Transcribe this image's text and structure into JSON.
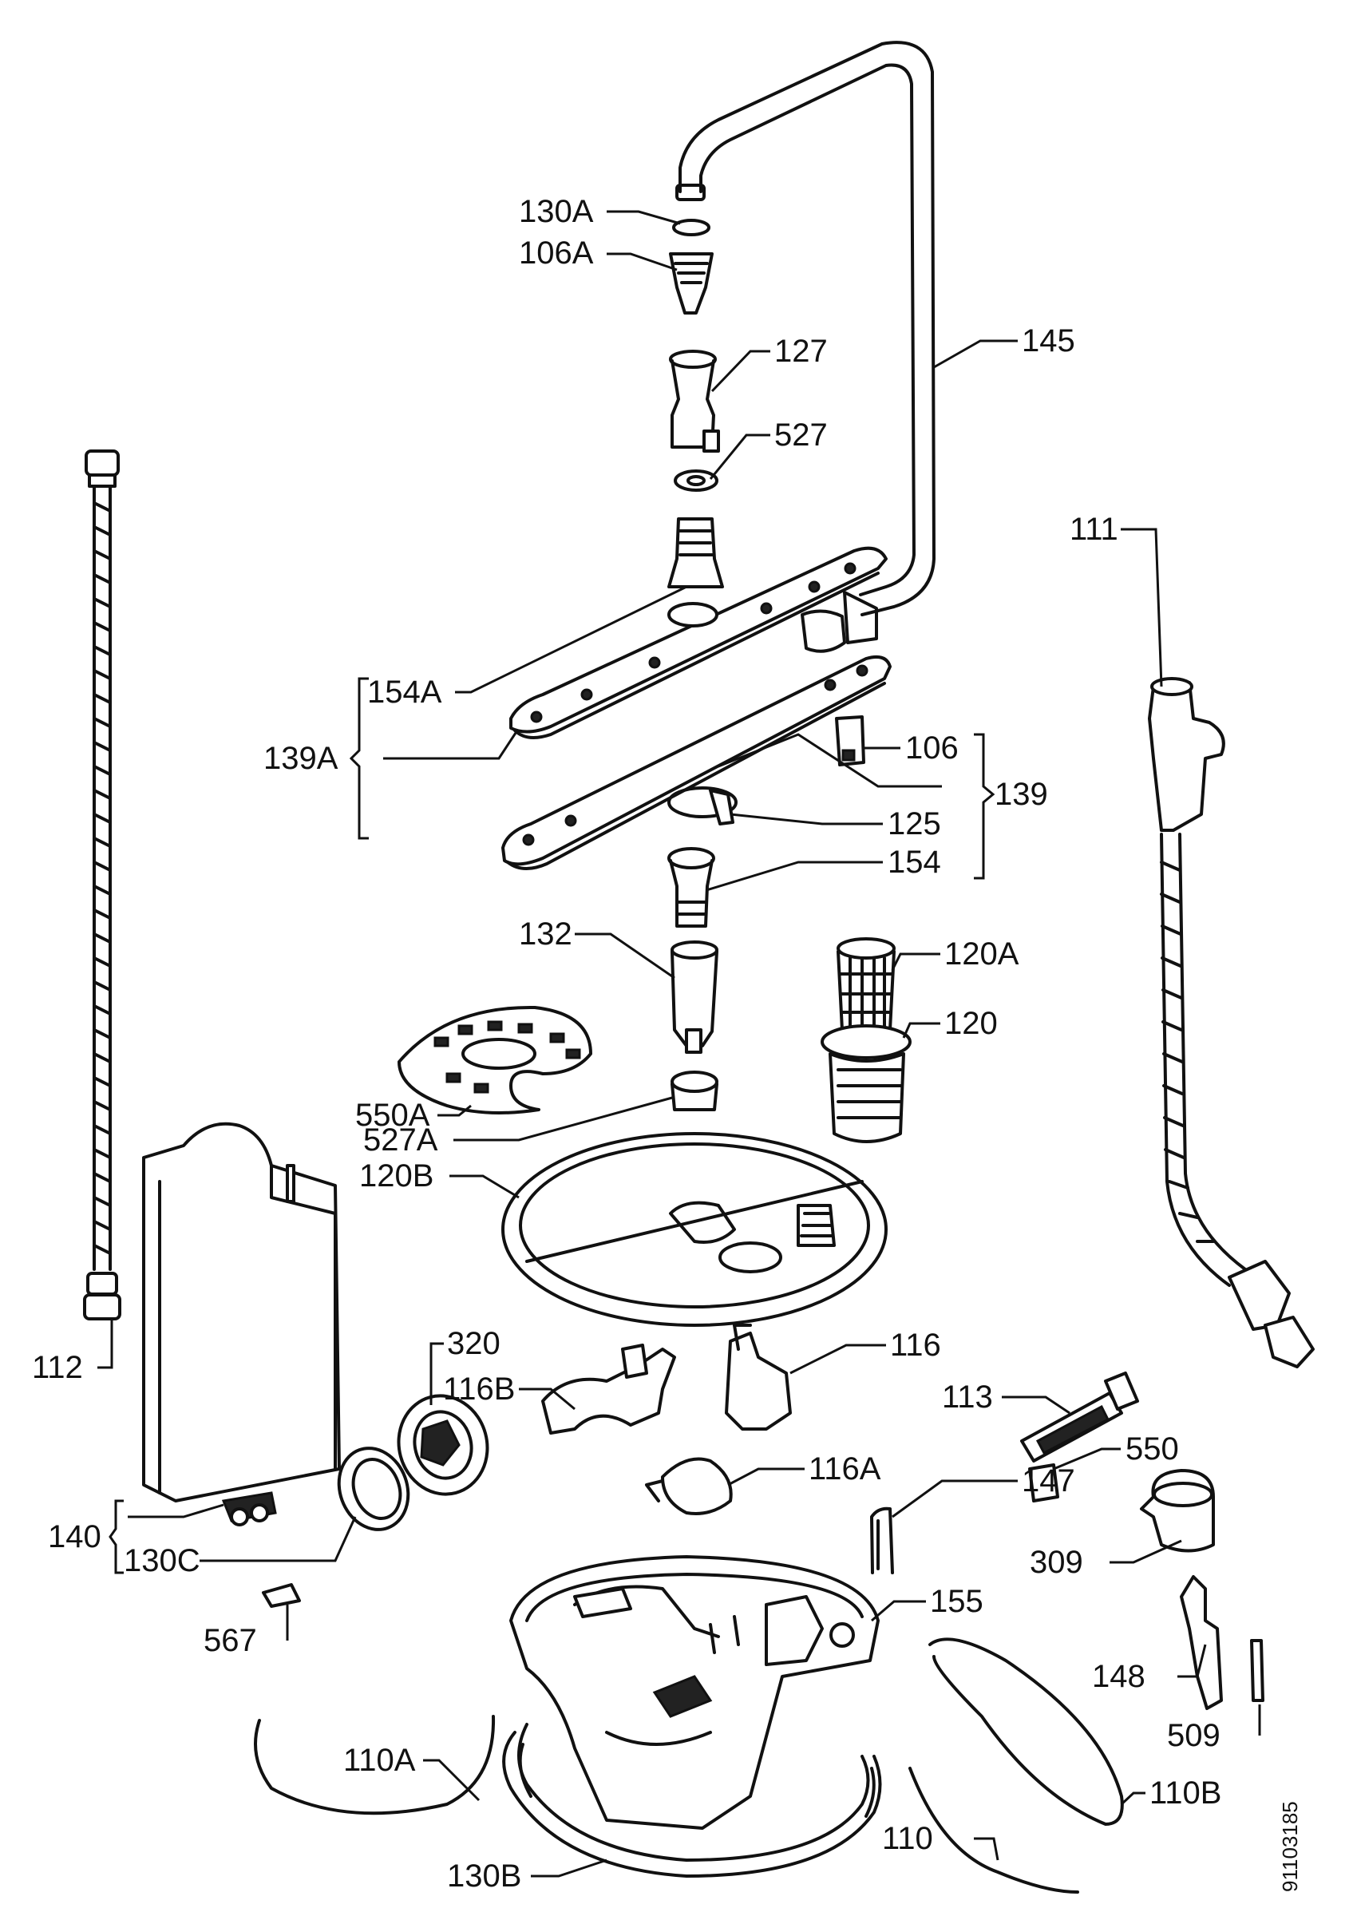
{
  "labels": {
    "l130A": "130A",
    "l106A": "106A",
    "l127": "127",
    "l145": "145",
    "l527": "527",
    "l111": "111",
    "l154A": "154A",
    "l139A": "139A",
    "l106": "106",
    "l139": "139",
    "l125": "125",
    "l154": "154",
    "l132": "132",
    "l120A": "120A",
    "l120": "120",
    "l550A": "550A",
    "l527A": "527A",
    "l120B": "120B",
    "l112": "112",
    "l320": "320",
    "l116B": "116B",
    "l116": "116",
    "l113": "113",
    "l116A": "116A",
    "l550": "550",
    "l147": "147",
    "l140": "140",
    "l130C": "130C",
    "l309": "309",
    "l155": "155",
    "l567": "567",
    "l148": "148",
    "l509": "509",
    "l110A": "110A",
    "l110B": "110B",
    "l130B": "130B",
    "l110": "110"
  },
  "drawing_ref": "91103185"
}
